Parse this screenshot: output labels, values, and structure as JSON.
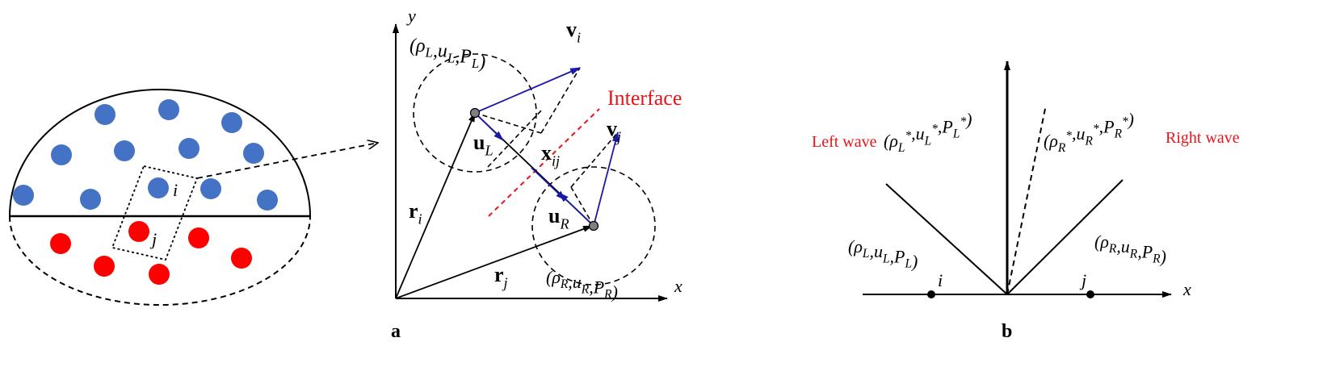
{
  "colors": {
    "blue_particle": "#4472c4",
    "red_particle": "#ff0000",
    "vector_blue": "#1a1aa6",
    "interface_red": "#e8141a",
    "black": "#000000"
  },
  "panel_left": {
    "label_i": "i",
    "label_j": "j"
  },
  "panel_a": {
    "axis_y": "y",
    "axis_x": "x",
    "state_left": "(ρL,uL,PL)",
    "state_right": "(ρR,uR,PR)",
    "v_i": "vi",
    "v_j": "vj",
    "interface": "Interface",
    "u_L": "uL",
    "u_R": "uR",
    "x_ij": "xij",
    "r_i": "ri",
    "r_j": "rj",
    "caption": "a"
  },
  "panel_b": {
    "left_wave": "Left wave",
    "right_wave": "Right wave",
    "star_left": "(ρL*,uL*,PL*)",
    "star_right": "(ρR*,uR*,PR*)",
    "state_left": "(ρL,uL,PL)",
    "state_right": "(ρR,uR,PR)",
    "axis_x": "x",
    "label_i": "i",
    "label_j": "j",
    "caption": "b"
  }
}
